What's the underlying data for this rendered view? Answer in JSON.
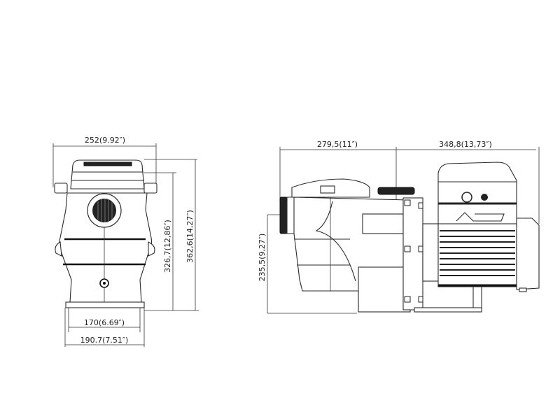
{
  "diagram": {
    "subject": "Pool pump dimension drawing",
    "views": [
      {
        "name": "front-view",
        "dimensions": {
          "overall_width": "252(9.92″)",
          "height_to_cover": "326,7(12,86″)",
          "overall_height": "362,6(14,27″)",
          "base_inner_width": "170(6.69″)",
          "base_outer_width": "190.7(7.51″)"
        }
      },
      {
        "name": "side-view",
        "dimensions": {
          "pump_length": "279,5(11″)",
          "motor_length": "348,8(13,73″)",
          "inlet_height": "235,5(9,27″)"
        }
      }
    ],
    "colors": {
      "line": "#2a2a2a",
      "background": "#ffffff",
      "dark_fill": "#222222"
    }
  }
}
